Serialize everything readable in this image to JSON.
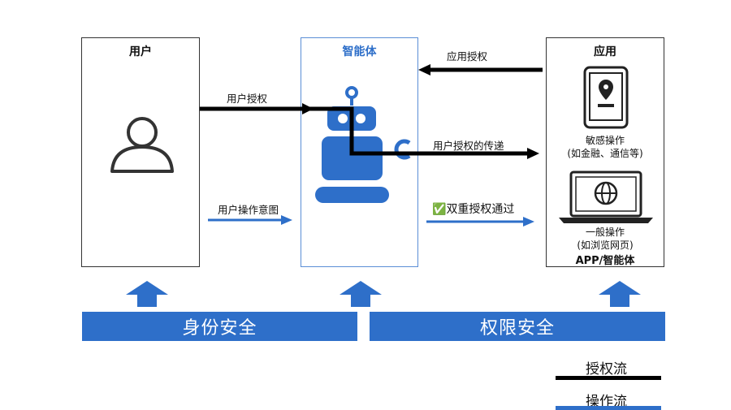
{
  "boxes": {
    "user": {
      "title": "用户"
    },
    "agent": {
      "title": "智能体"
    },
    "app": {
      "title": "应用",
      "footer": "APP/智能体",
      "sensitive_line1": "敏感操作",
      "sensitive_line2": "(如金融、通信等)",
      "general_line1": "一般操作",
      "general_line2": "(如浏览网页)"
    }
  },
  "arrows": {
    "user_auth": "用户授权",
    "user_intent": "用户操作意图",
    "app_auth": "应用授权",
    "auth_transfer": "用户授权的传递",
    "dual_check_mark": "✅",
    "dual_auth_pass": "双重授权通过"
  },
  "bands": {
    "identity": "身份安全",
    "permission": "权限安全"
  },
  "legend": {
    "auth_flow": "授权流",
    "op_flow": "操作流"
  },
  "colors": {
    "brand_blue": "#2e6fc9",
    "auth_line": "#000000",
    "op_line": "#2e6fc9",
    "agent_border": "#5b8ed6"
  }
}
